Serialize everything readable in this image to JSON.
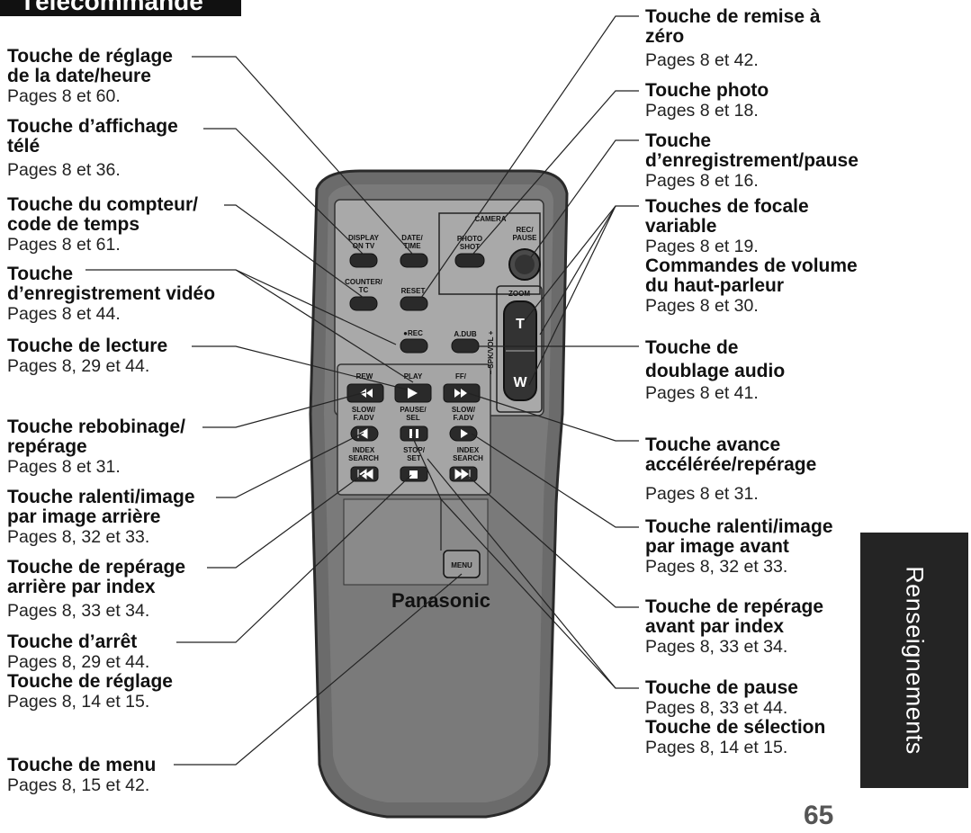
{
  "header": {
    "title": "Télécommande"
  },
  "side_tab": "Renseignements",
  "page_number": "65",
  "brand": "Panasonic",
  "remote_labels": {
    "display_on_tv": "DISPLAY\nON TV",
    "date_time": "DATE/\nTIME",
    "camera": "CAMERA",
    "photo_shot": "PHOTO\nSHOT",
    "rec_pause": "REC/\nPAUSE",
    "counter_tc": "COUNTER/\nTC",
    "reset": "RESET",
    "zoom": "ZOOM",
    "rec": "●REC",
    "a_dub": "A.DUB",
    "rew": "REW",
    "play": "PLAY",
    "ff": "FF/",
    "slow_fadv_left": "SLOW/\nF.ADV",
    "pause_sel": "PAUSE/\nSEL",
    "slow_fadv_right": "SLOW/\nF.ADV",
    "index_search_left": "INDEX\nSEARCH",
    "stop_set": "STOP/\nSET",
    "index_search_right": "INDEX\nSEARCH",
    "menu": "MENU",
    "zoom_t": "T",
    "zoom_w": "W",
    "spk_vol": "– SPK/VOL +"
  },
  "callouts_left": [
    {
      "title": "Touche de réglage\nde la date/heure",
      "pages": "Pages 8 et 60."
    },
    {
      "title": "Touche d’affichage\ntélé",
      "pages": "Pages 8 et 36."
    },
    {
      "title": "Touche du compteur/\ncode de temps",
      "pages": "Pages 8 et 61."
    },
    {
      "title": "Touche\nd’enregistrement vidéo",
      "pages": "Pages 8 et 44."
    },
    {
      "title": "Touche de lecture",
      "pages": "Pages 8, 29 et 44."
    },
    {
      "title": "Touche rebobinage/\nrepérage",
      "pages": "Pages 8 et 31."
    },
    {
      "title": "Touche ralenti/image\npar image arrière",
      "pages": "Pages 8, 32 et 33."
    },
    {
      "title": "Touche de repérage\narrière par index",
      "pages": "Pages 8, 33 et 34."
    },
    {
      "title": "Touche d’arrêt",
      "pages": "Pages 8, 29 et 44.",
      "title2": "Touche de réglage",
      "pages2": "Pages 8, 14 et 15."
    },
    {
      "title": "Touche de menu",
      "pages": "Pages 8, 15 et 42."
    }
  ],
  "callouts_right": [
    {
      "title": "Touche de remise à\nzéro",
      "pages": "Pages 8 et 42."
    },
    {
      "title": "Touche photo",
      "pages": "Pages 8 et 18."
    },
    {
      "title": "Touche\nd’enregistrement/pause",
      "pages": "Pages 8 et 16."
    },
    {
      "title": "Touches de focale\nvariable",
      "pages": "Pages 8 et 19.",
      "title2": "Commandes de volume\ndu haut-parleur",
      "pages2": "Pages 8 et 30."
    },
    {
      "title": "Touche de\ndoublage audio",
      "pages": "Pages 8 et 41."
    },
    {
      "title": "Touche avance\naccélérée/repérage",
      "pages": "Pages 8 et 31."
    },
    {
      "title": "Touche ralenti/image\npar image avant",
      "pages": "Pages 8, 32 et 33."
    },
    {
      "title": "Touche de repérage\navant par index",
      "pages": "Pages 8, 33 et 34."
    },
    {
      "title": "Touche de pause",
      "pages": "Pages 8, 33 et 44.",
      "title2": "Touche de sélection",
      "pages2": "Pages 8, 14 et 15."
    }
  ]
}
